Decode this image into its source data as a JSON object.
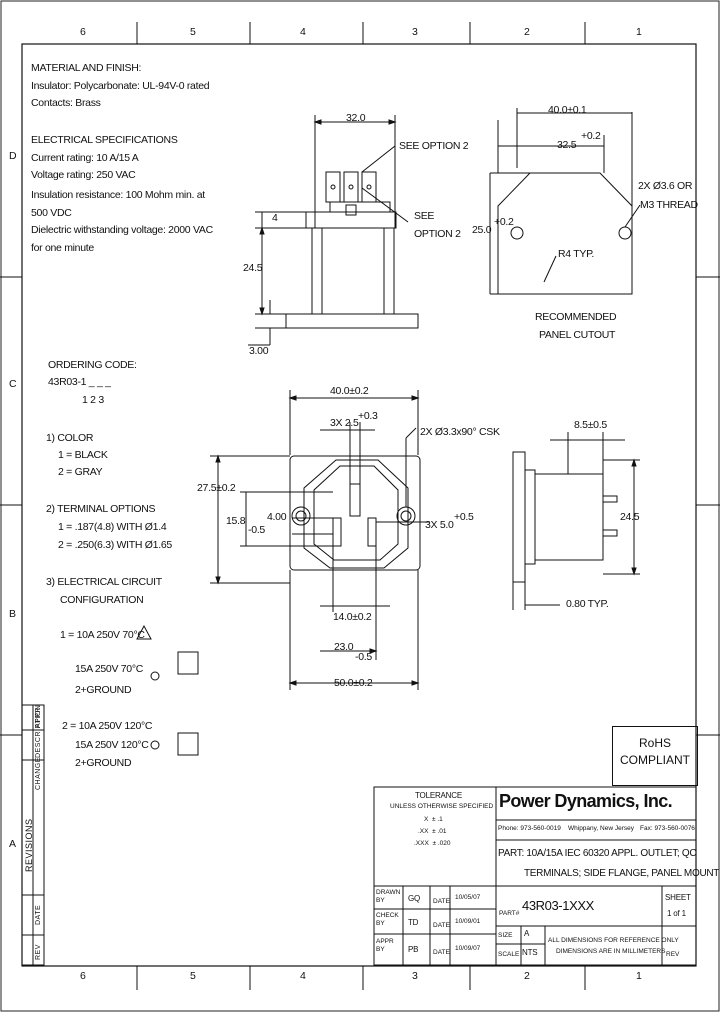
{
  "border": {
    "col_labels": [
      "6",
      "5",
      "4",
      "3",
      "2",
      "1"
    ],
    "row_labels": [
      "D",
      "C",
      "B",
      "A"
    ]
  },
  "notes": {
    "material_lines": [
      "MATERIAL AND FINISH:",
      "Insulator: Polycarbonate: UL-94V-0 rated",
      "Contacts: Brass"
    ],
    "electrical_lines": [
      "ELECTRICAL SPECIFICATIONS",
      "Current rating: 10 A/15 A",
      "Voltage rating: 250 VAC",
      "Insulation resistance: 100 Mohm min. at",
      "500 VDC",
      "Dielectric withstanding voltage: 2000 VAC",
      "for one minute"
    ]
  },
  "ordering": {
    "title": "ORDERING CODE:",
    "code": "43R03-1 _ _ _",
    "positions": "1  2  3",
    "color_title": "1)  COLOR",
    "color_options": [
      "1 = BLACK",
      "2 = GRAY"
    ],
    "terminal_title": "2)  TERMINAL OPTIONS",
    "terminal_options": [
      "1 = .187(4.8) WITH Ø1.4",
      "2 = .250(6.3) WITH Ø1.65"
    ],
    "circuit_title": [
      "3)  ELECTRICAL CIRCUIT",
      "CONFIGURATION"
    ],
    "circuit_1": [
      "1 = 10A 250V 70°C",
      "15A 250V 70°C",
      "2+GROUND"
    ],
    "circuit_2": [
      "2 = 10A 250V 120°C",
      "15A 250V 120°C",
      "2+GROUND"
    ]
  },
  "side_view": {
    "dim_width": "32.0",
    "see_option_top": "SEE OPTION 2",
    "see_option_mid": [
      "SEE",
      "OPTION 2"
    ],
    "dim_4": "4",
    "dim_height": "24.5",
    "dim_flange": "3.00"
  },
  "cutout": {
    "dim_outer": "40.0±0.1",
    "dim_inner": "32.5",
    "dim_inner_tol": "+0.2",
    "dim_height": "25.0",
    "dim_height_tol": "+0.2",
    "holes": [
      "2X Ø3.6 OR",
      "M3 THREAD"
    ],
    "radius": "R4 TYP.",
    "caption": [
      "RECOMMENDED",
      "PANEL CUTOUT"
    ]
  },
  "front_view": {
    "dim_overall_top": "40.0±0.2",
    "dim_pins": "3X 2.5",
    "dim_pins_tol": "+0.3",
    "csk": "2X Ø3.3x90° CSK",
    "dim_left_height": "27.5±0.2",
    "dim_15": "15.8",
    "dim_15_tol": "-0.5",
    "dim_4": "4.00",
    "dim_3x5": "3X 5.0",
    "dim_3x5_tol": "+0.5",
    "dim_14": "14.0±0.2",
    "dim_23": "23.0",
    "dim_23_tol": "-0.5",
    "dim_50": "50.0±0.2"
  },
  "right_view": {
    "dim_top": "8.5±0.5",
    "dim_height": "24.5",
    "dim_thick": "0.80 TYP."
  },
  "rohs": [
    "RoHS",
    "COMPLIANT"
  ],
  "revisions": {
    "title": "REVISIONS",
    "cols": [
      "REV",
      "DATE",
      "CHANGE",
      "DESCRIPTION",
      "APPR"
    ]
  },
  "title_block": {
    "tolerance_title": "TOLERANCE",
    "tolerance_sub": "UNLESS OTHERWISE SPECIFIED",
    "tol_rows": [
      [
        "X",
        "±",
        ".1"
      ],
      [
        ".XX",
        "±",
        ".01"
      ],
      [
        ".XXX",
        "±",
        ".020"
      ]
    ],
    "company": "Power Dynamics, Inc.",
    "phone": "Phone: 973-560-0019",
    "city": "Whippany, New Jersey",
    "fax": "Fax: 973-560-0076",
    "part_line1": "PART: 10A/15A IEC 60320 APPL. OUTLET; QC",
    "part_line2": "TERMINALS; SIDE FLANGE, PANEL MOUNT",
    "drawn_label": "DRAWN BY",
    "drawn_by": "GQ",
    "check_label": "CHECK BY",
    "check_by": "TD",
    "appr_label": "APPR BY",
    "appr_by": "PB",
    "date_label": "DATE",
    "drawn_date": "10/05/07",
    "check_date": "10/09/01",
    "appr_date": "10/09/07",
    "part_no_label": "PART#",
    "part_no": "43R03-1XXX",
    "sheet_label": "SHEET",
    "sheet": "1 of 1",
    "size_label": "SIZE",
    "size": "A",
    "scale_label": "SCALE",
    "scale": "NTS",
    "disclaimer": [
      "ALL DIMENSIONS FOR REFERENCE ONLY",
      "DIMENSIONS ARE IN MILLIMETERS"
    ],
    "rev_label": "REV"
  }
}
